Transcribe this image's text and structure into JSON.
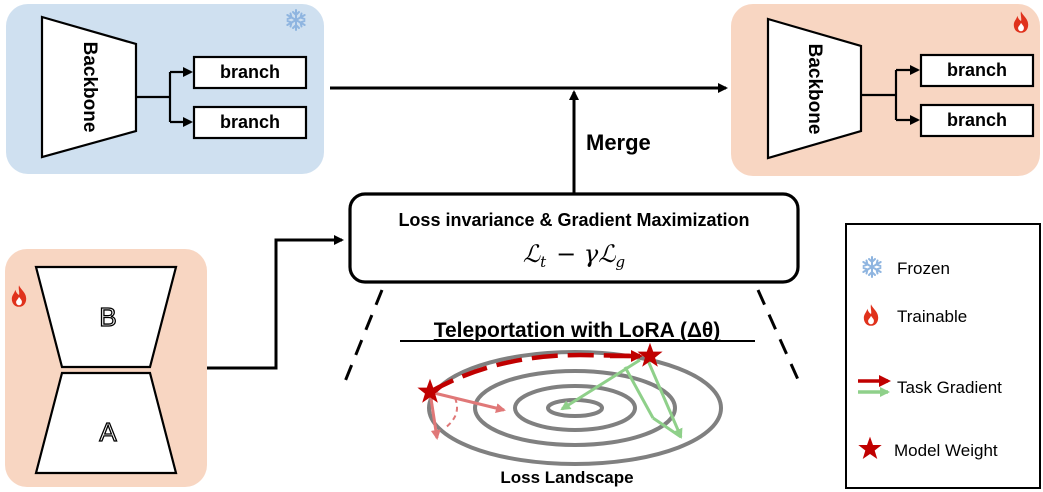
{
  "frozen_model": {
    "backbone_label": "Backbone",
    "branches": [
      "branch",
      "branch"
    ],
    "status_icon": "snowflake-icon"
  },
  "trainable_model": {
    "backbone_label": "Backbone",
    "branches": [
      "branch",
      "branch"
    ],
    "status_icon": "flame-icon"
  },
  "lora": {
    "top_label": "B",
    "bottom_label": "A",
    "status_icon": "flame-icon"
  },
  "merge_label": "Merge",
  "objective": {
    "title": "Loss invariance & Gradient Maximization",
    "term_t_symbol": "ℒ",
    "term_t_sub": "t",
    "operator": "− γ",
    "term_g_symbol": "ℒ",
    "term_g_sub": "g"
  },
  "teleportation_title": "Teleportation with LoRA (Δθ)",
  "landscape_label": "Loss Landscape",
  "legend": {
    "items": [
      {
        "icon": "snowflake-icon",
        "label": "Frozen"
      },
      {
        "icon": "flame-icon",
        "label": "Trainable"
      },
      {
        "icon": "arrow-pair-icon",
        "label": "Task Gradient"
      },
      {
        "icon": "star-icon",
        "label": "Model Weight"
      }
    ]
  },
  "colors": {
    "frozen_bg": "#cfe0f0",
    "trainable_bg": "#f8d6c2",
    "flame": "#e0321c",
    "snowflake": "#8fb5e0",
    "weight_star": "#c00000",
    "gradient_red": "#e07878",
    "gradient_green": "#8fd08a",
    "contour": "#808080"
  }
}
